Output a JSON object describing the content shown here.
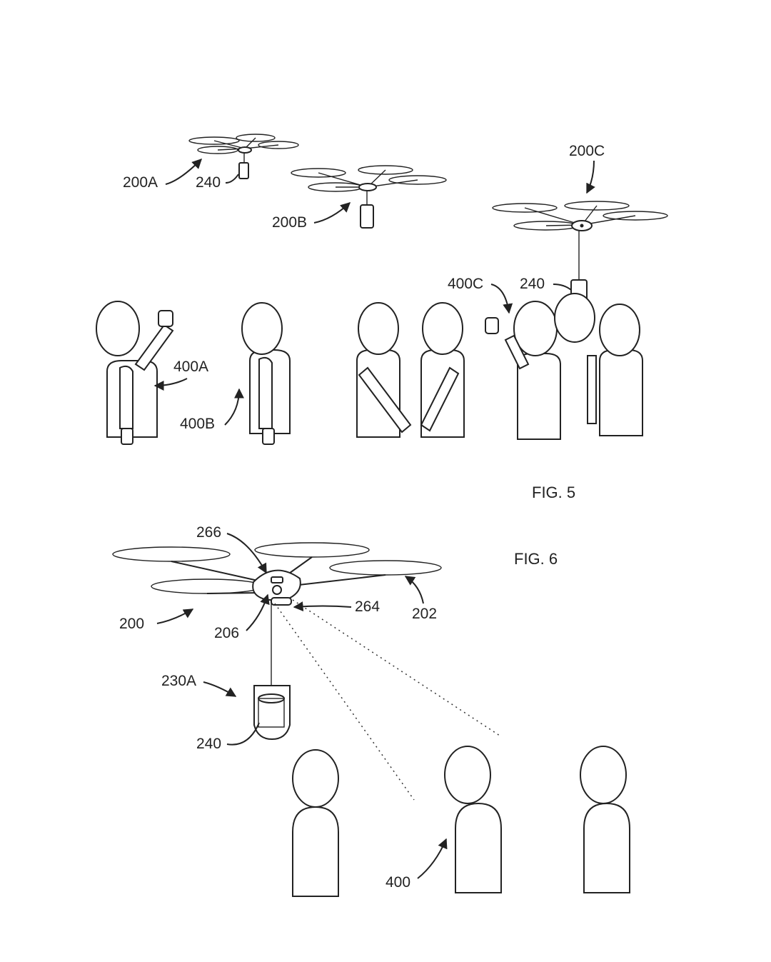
{
  "figures": {
    "fig5": {
      "caption": "FIG. 5",
      "labels": {
        "drone_a": "200A",
        "drone_b": "200B",
        "drone_c": "200C",
        "payload_a": "240",
        "payload_c": "240",
        "person_a": "400A",
        "person_b": "400B",
        "person_c": "400C"
      }
    },
    "fig6": {
      "caption": "FIG. 6",
      "labels": {
        "drone": "200",
        "rotor": "202",
        "tether_point": "206",
        "sensor": "264",
        "display": "266",
        "container": "230A",
        "payload": "240",
        "people": "400"
      }
    }
  }
}
